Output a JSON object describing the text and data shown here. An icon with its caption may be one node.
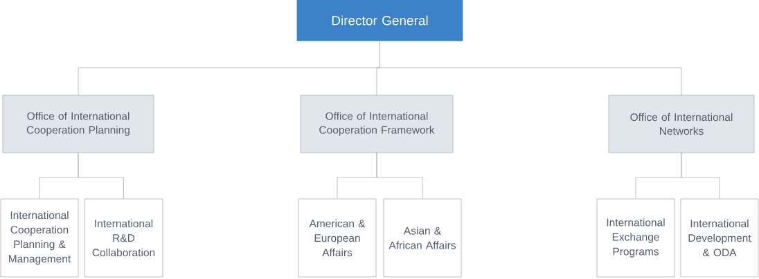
{
  "diagram": {
    "nodes": [
      {
        "text": [
          "Director General"
        ]
      },
      {
        "text": [
          "Office of International Cooperation Planning"
        ]
      },
      {
        "text": [
          "Office of International Cooperation Framework"
        ]
      },
      {
        "text": [
          "Office of International Networks"
        ]
      },
      {
        "text": [
          "International Cooperation Planning & Management"
        ]
      },
      {
        "text": [
          "International R&D Collaboration"
        ]
      },
      {
        "text": [
          "American & European Affairs"
        ]
      },
      {
        "text": [
          "Asian & African Affairs"
        ]
      },
      {
        "text": [
          "International Exchange Programs"
        ]
      },
      {
        "text": [
          "International Development & ODA"
        ]
      }
    ],
    "edges": [
      {
        "from": 0,
        "to": 1,
        "arrow": "none"
      },
      {
        "from": 0,
        "to": 2,
        "arrow": "none"
      },
      {
        "from": 0,
        "to": 3,
        "arrow": "none"
      },
      {
        "from": 1,
        "to": 4,
        "arrow": "none"
      },
      {
        "from": 1,
        "to": 5,
        "arrow": "none"
      },
      {
        "from": 2,
        "to": 6,
        "arrow": "none"
      },
      {
        "from": 2,
        "to": 7,
        "arrow": "none"
      },
      {
        "from": 3,
        "to": 8,
        "arrow": "none"
      },
      {
        "from": 3,
        "to": 9,
        "arrow": "none"
      }
    ]
  }
}
